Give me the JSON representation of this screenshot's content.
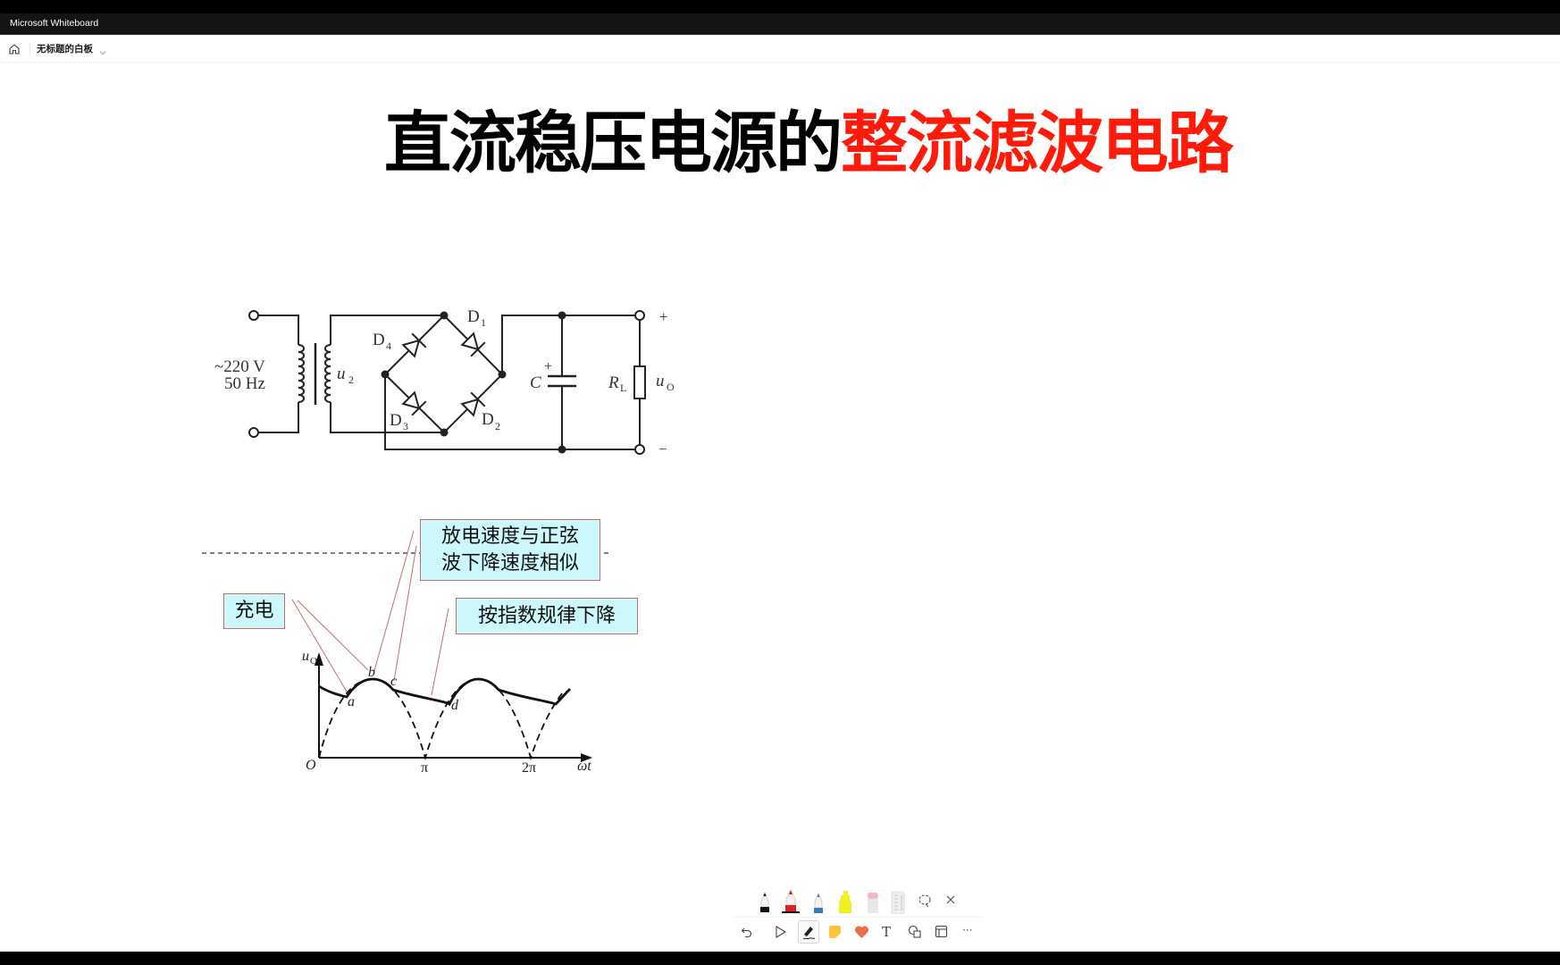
{
  "window": {
    "title": "Microsoft Whiteboard"
  },
  "header": {
    "board_name": "无标题的白板",
    "home_icon": "home-icon",
    "dropdown_icon": "chevron-down-icon"
  },
  "slide": {
    "title_black": "直流稳压电源的",
    "title_red": "整流滤波电路",
    "title_colors": {
      "black": "#000000",
      "red": "#ff1a0a"
    }
  },
  "circuit": {
    "source_voltage": "~220 V",
    "source_freq": "50 Hz",
    "secondary": "u",
    "secondary_sub": "2",
    "diodes": [
      {
        "label": "D",
        "sub": "1"
      },
      {
        "label": "D",
        "sub": "2"
      },
      {
        "label": "D",
        "sub": "3"
      },
      {
        "label": "D",
        "sub": "4"
      }
    ],
    "capacitor": "C",
    "cap_polarity": "+",
    "load": "R",
    "load_sub": "L",
    "output": "u",
    "output_sub": "O",
    "out_plus": "+",
    "out_minus": "−"
  },
  "waveform": {
    "y_axis": "u",
    "y_axis_sub": "O",
    "origin": "O",
    "x_axis": "ωt",
    "ticks": [
      "π",
      "2π"
    ],
    "points": [
      "a",
      "b",
      "c",
      "d"
    ]
  },
  "callouts": {
    "charge": "充电",
    "discharge_line1": "放电速度与正弦",
    "discharge_line2": "波下降速度相似",
    "exponential": "按指数规律下降",
    "border_color": "#c07070",
    "fill_color": "#ccf8fb"
  },
  "toolbar": {
    "pens": [
      {
        "name": "black-pen",
        "color": "#111111"
      },
      {
        "name": "red-pen",
        "color": "#e02020"
      },
      {
        "name": "blue-pen",
        "color": "#3a7ab8"
      },
      {
        "name": "yellow-highlighter",
        "color": "#f0f020"
      },
      {
        "name": "eraser",
        "color": "#f0b8c0"
      },
      {
        "name": "ruler",
        "color": "#d0d0d0"
      }
    ],
    "lasso": "lasso-icon",
    "close": "close-icon",
    "actions": [
      "undo",
      "select",
      "ink",
      "sticky-note",
      "reactions",
      "text",
      "shapes",
      "templates",
      "more"
    ],
    "more_label": "···",
    "text_label": "T"
  }
}
